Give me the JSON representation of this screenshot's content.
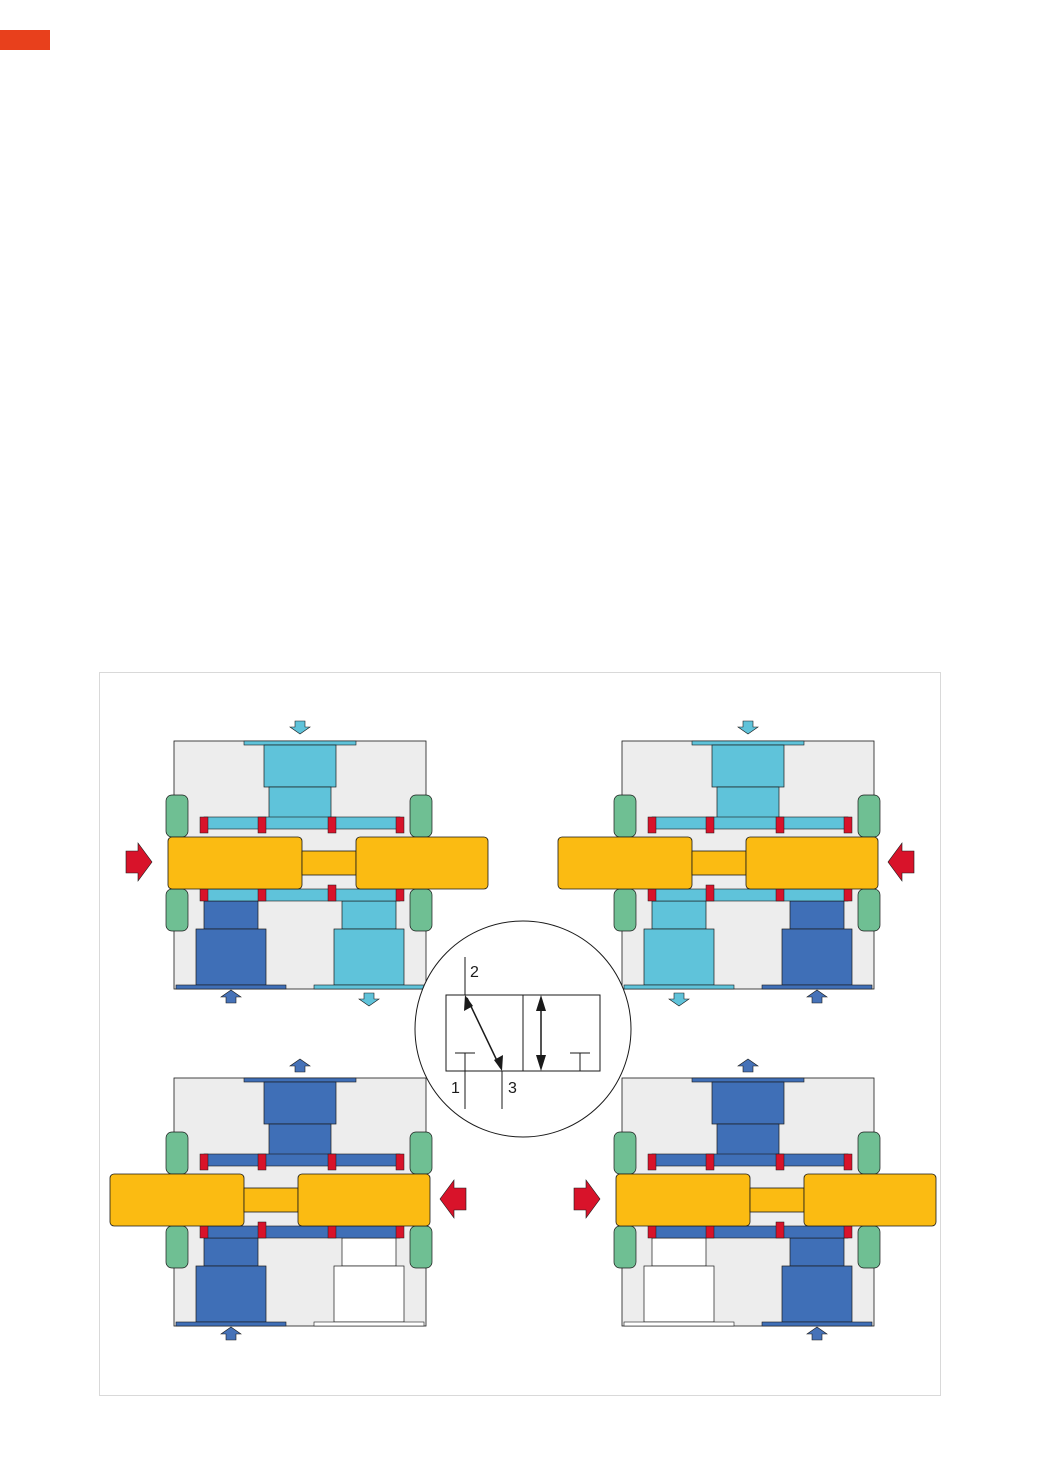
{
  "colors": {
    "accent_tab": "#e8401c",
    "body_grey": "#ededed",
    "outline": "#1a1a1a",
    "spool_yellow": "#fbbb12",
    "chamber_pressurised": "#3f6fb7",
    "chamber_exhaust": "#5fc3da",
    "chamber_empty": "#ffffff",
    "seal_red": "#d8132a",
    "end_cap_green": "#6fbf93",
    "actuation_arrow": "#d8132a",
    "flow_arrow_in": "#4672b8",
    "flow_arrow_out": "#5fc3da"
  },
  "symbol": {
    "port_1": "1",
    "port_2": "2",
    "port_3": "3"
  },
  "quadrants": [
    {
      "id": "top-left",
      "spool_shift": "right",
      "actuation": "from-left",
      "top_port": "exhaust",
      "left_bottom": "pressure",
      "right_bottom": "exhaust"
    },
    {
      "id": "top-right",
      "spool_shift": "left",
      "actuation": "from-right",
      "top_port": "exhaust",
      "left_bottom": "exhaust",
      "right_bottom": "pressure"
    },
    {
      "id": "bottom-left",
      "spool_shift": "left",
      "actuation": "from-right",
      "top_port": "pressure",
      "left_bottom": "pressure",
      "right_bottom": "empty"
    },
    {
      "id": "bottom-right",
      "spool_shift": "right",
      "actuation": "from-left",
      "top_port": "pressure",
      "left_bottom": "empty",
      "right_bottom": "pressure"
    }
  ]
}
